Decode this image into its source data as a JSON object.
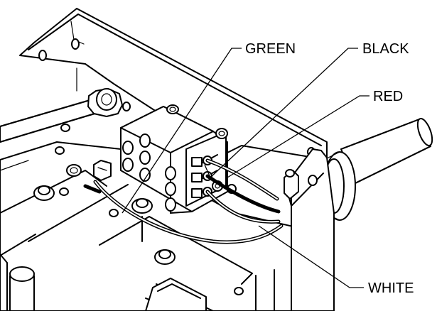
{
  "labels": {
    "green": "GREEN",
    "black": "BLACK",
    "red": "RED",
    "white": "WHITE"
  },
  "colors": {
    "line": "#000000",
    "background": "#ffffff"
  }
}
